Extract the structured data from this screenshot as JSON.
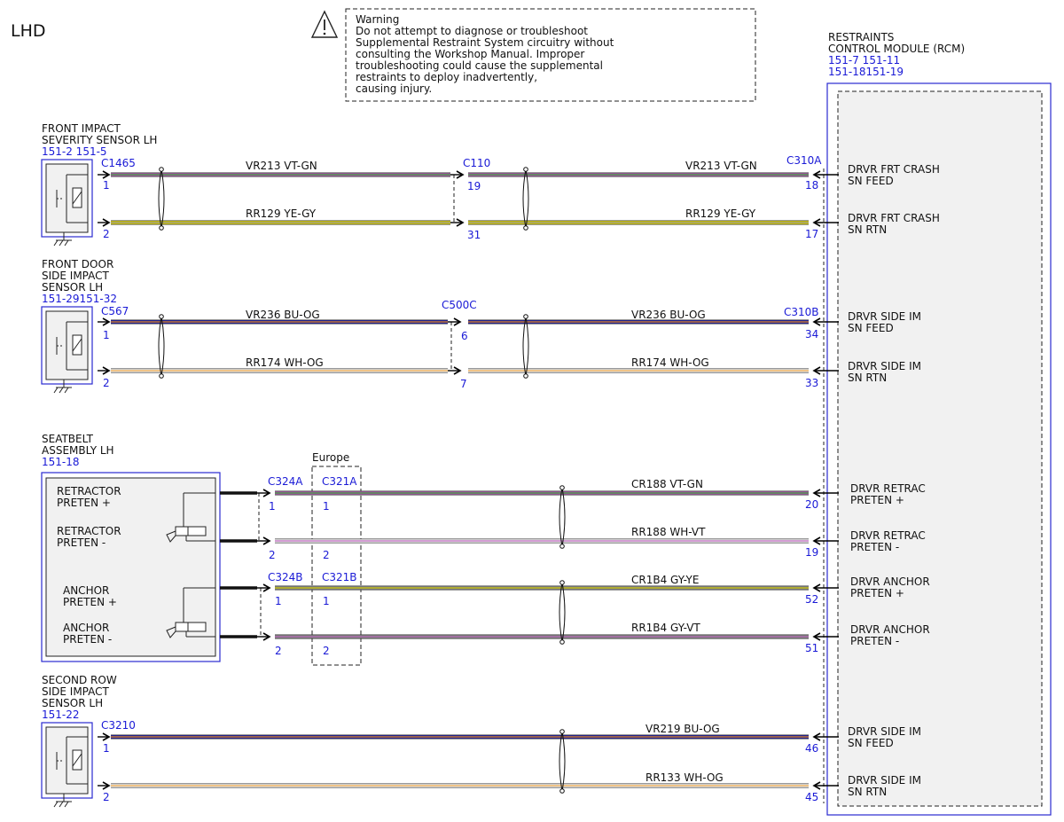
{
  "drive_side": "LHD",
  "warning": {
    "lines": [
      "Warning",
      "Do not attempt to diagnose or troubleshoot",
      "Supplemental Restraint System circuitry without",
      "consulting the Workshop Manual. Improper",
      "troubleshooting could cause the supplemental",
      "restraints to deploy inadvertently,",
      "causing injury."
    ]
  },
  "rcm": {
    "title_lines": [
      "RESTRAINTS",
      "CONTROL MODULE (RCM)"
    ],
    "refs": [
      "151-7  151-11",
      "151-18151-19"
    ],
    "pin_labels": [
      [
        "DRVR FRT CRASH",
        "SN FEED"
      ],
      [
        "DRVR FRT CRASH",
        "SN RTN"
      ],
      [
        "DRVR SIDE IM",
        "SN FEED"
      ],
      [
        "DRVR SIDE IM",
        "SN RTN"
      ],
      [
        "DRVR RETRAC",
        "PRETEN +"
      ],
      [
        "DRVR RETRAC",
        "PRETEN -"
      ],
      [
        "DRVR ANCHOR",
        "PRETEN +"
      ],
      [
        "DRVR ANCHOR",
        "PRETEN -"
      ],
      [
        "DRVR SIDE IM",
        "SN FEED"
      ],
      [
        "DRVR SIDE IM",
        "SN RTN"
      ]
    ]
  },
  "components": [
    {
      "name_lines": [
        "FRONT IMPACT",
        "SEVERITY SENSOR LH"
      ],
      "ref": "151-2 151-5"
    },
    {
      "name_lines": [
        "FRONT DOOR",
        "SIDE IMPACT",
        "SENSOR LH"
      ],
      "ref": "151-29151-32"
    },
    {
      "name_lines": [
        "SEATBELT",
        "ASSEMBLY LH"
      ],
      "ref": "151-18",
      "inner_labels": [
        [
          "RETRACTOR",
          "PRETEN +"
        ],
        [
          "RETRACTOR",
          "PRETEN -"
        ],
        [
          "ANCHOR",
          "PRETEN +"
        ],
        [
          "ANCHOR",
          "PRETEN -"
        ]
      ]
    },
    {
      "name_lines": [
        "SECOND ROW",
        "SIDE IMPACT",
        "SENSOR LH"
      ],
      "ref": "151-22"
    }
  ],
  "europe_label": "Europe",
  "connectors": {
    "c1465": "C1465",
    "c110": "C110",
    "c310a": "C310A",
    "c567": "C567",
    "c500c": "C500C",
    "c310b": "C310B",
    "c324a": "C324A",
    "c321a": "C321A",
    "c324b": "C324B",
    "c321b": "C321B",
    "c3210": "C3210"
  },
  "wires": [
    {
      "circuit": "VR213",
      "color_code": "VT-GN",
      "colors": [
        "#b05cb0",
        "#3aa03a"
      ],
      "left_pin": "1",
      "mid_pin": "19",
      "rcm_pin": "18",
      "circuit2": "VR213",
      "color_code2": "VT-GN"
    },
    {
      "circuit": "RR129",
      "color_code": "YE-GY",
      "colors": [
        "#e2d600",
        "#909090"
      ],
      "left_pin": "2",
      "mid_pin": "31",
      "rcm_pin": "17",
      "circuit2": "RR129",
      "color_code2": "YE-GY"
    },
    {
      "circuit": "VR236",
      "color_code": "BU-OG",
      "colors": [
        "#1c1ca8",
        "#e58a1a"
      ],
      "left_pin": "1",
      "mid_pin": "6",
      "rcm_pin": "34",
      "circuit2": "VR236",
      "color_code2": "BU-OG"
    },
    {
      "circuit": "RR174",
      "color_code": "WH-OG",
      "colors": [
        "#ffffff",
        "#e8a040"
      ],
      "left_pin": "2",
      "mid_pin": "7",
      "rcm_pin": "33",
      "circuit2": "RR174",
      "color_code2": "WH-OG"
    },
    {
      "circuit": "CR188",
      "color_code": "VT-GN",
      "colors": [
        "#b05cb0",
        "#3aa03a"
      ],
      "left_pin": "1",
      "mid_pin": "1",
      "rcm_pin": "20"
    },
    {
      "circuit": "RR188",
      "color_code": "WH-VT",
      "colors": [
        "#ffffff",
        "#b860b8"
      ],
      "left_pin": "2",
      "mid_pin": "2",
      "rcm_pin": "19"
    },
    {
      "circuit": "CR1B4",
      "color_code": "GY-YE",
      "colors": [
        "#8a8a8a",
        "#c8c000"
      ],
      "left_pin": "1",
      "mid_pin": "1",
      "rcm_pin": "52"
    },
    {
      "circuit": "RR1B4",
      "color_code": "GY-VT",
      "colors": [
        "#8a8a8a",
        "#b060b0"
      ],
      "left_pin": "2",
      "mid_pin": "2",
      "rcm_pin": "51"
    },
    {
      "circuit": "VR219",
      "color_code": "BU-OG",
      "colors": [
        "#1c1ca8",
        "#e58a1a"
      ],
      "left_pin": "1",
      "rcm_pin": "46"
    },
    {
      "circuit": "RR133",
      "color_code": "WH-OG",
      "colors": [
        "#ffffff",
        "#e8a040"
      ],
      "left_pin": "2",
      "rcm_pin": "45"
    }
  ]
}
